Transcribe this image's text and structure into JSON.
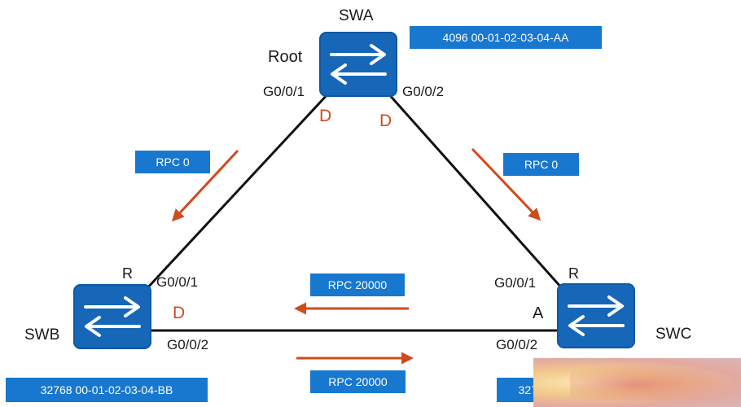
{
  "switches": {
    "a": {
      "name": "SWA",
      "role": "Root",
      "ports": [
        "G0/0/1",
        "G0/0/2"
      ],
      "port_roles": [
        "D",
        "D"
      ],
      "bridge_id": "4096 00-01-02-03-04-AA"
    },
    "b": {
      "name": "SWB",
      "role": "R",
      "ports": [
        "G0/0/1",
        "G0/0/2"
      ],
      "port_roles": [
        "D"
      ],
      "bridge_id": "32768 00-01-02-03-04-BB"
    },
    "c": {
      "name": "SWC",
      "role": "R",
      "ports": [
        "G0/0/1",
        "G0/0/2"
      ],
      "port_roles": [
        "A"
      ],
      "bridge_id": "327"
    }
  },
  "bpdu_labels": {
    "a_to_b": "RPC 0",
    "a_to_c": "RPC 0",
    "c_to_b": "RPC 20000",
    "b_to_c": "RPC 20000"
  },
  "colors": {
    "switch": "#1667b8",
    "label_box": "#1878cf",
    "arrow": "#d04a1c",
    "link": "#111111"
  },
  "icons": [
    "switch-arrows-icon"
  ]
}
